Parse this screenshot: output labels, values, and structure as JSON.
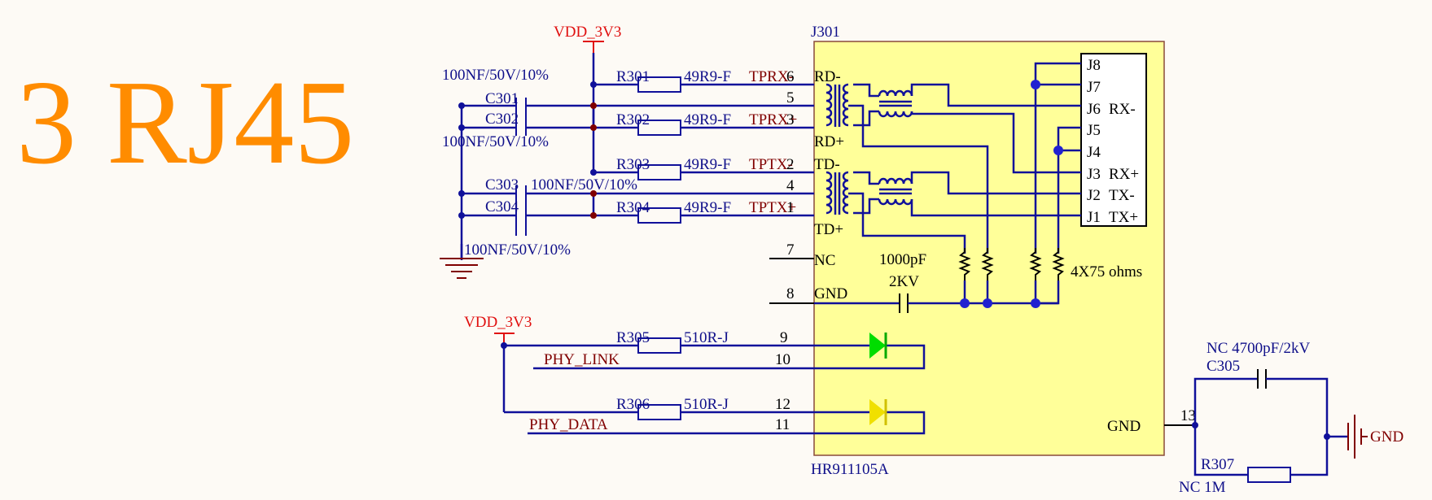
{
  "title": "3 RJ45",
  "colors": {
    "title": "#ff8c00",
    "wire": "#10109a",
    "power": "#e01010",
    "net": "#800000",
    "body": "#ffff99",
    "link_led": "#00dd00",
    "data_led": "#f0e000"
  },
  "power": {
    "vdd1": "VDD_3V3",
    "vdd2": "VDD_3V3"
  },
  "caps": {
    "c301": "C301",
    "c302": "C302",
    "c303": "C303",
    "c304": "C304",
    "v301": "100NF/50V/10%",
    "v302": "100NF/50V/10%",
    "v303": "100NF/50V/10%",
    "v304": "100NF/50V/10%",
    "c305": "C305",
    "v305": "NC 4700pF/2kV",
    "hv": "1000pF",
    "hv2": "2KV"
  },
  "res": {
    "r301": "R301",
    "r302": "R302",
    "r303": "R303",
    "r304": "R304",
    "v301": "49R9-F",
    "v302": "49R9-F",
    "v303": "49R9-F",
    "v304": "49R9-F",
    "r305": "R305",
    "v305": "510R-J",
    "r306": "R306",
    "v306": "510R-J",
    "r307": "R307",
    "v307": "NC 1M",
    "term": "4X75 ohms"
  },
  "nets": {
    "tprx_n": "TPRX-",
    "tprx_p": "TPRX+",
    "tptx_n": "TPTX-",
    "tptx_p": "TPTX+",
    "phy_link": "PHY_LINK",
    "phy_data": "PHY_DATA",
    "gnd": "GND"
  },
  "connector": {
    "ref": "J301",
    "part": "HR911105A",
    "pins": {
      "p6": "6",
      "p5": "5",
      "p3": "3",
      "p2": "2",
      "p4": "4",
      "p1": "1",
      "p7": "7",
      "p8": "8",
      "p9": "9",
      "p10": "10",
      "p12": "12",
      "p11": "11",
      "p13": "13"
    },
    "labels": {
      "rd_n": "RD-",
      "rd_p": "RD+",
      "td_n": "TD-",
      "td_p": "TD+",
      "nc": "NC",
      "gnd": "GND",
      "gnd2": "GND"
    },
    "jack": {
      "j8": "J8",
      "j7": "J7",
      "j6": "J6",
      "j5": "J5",
      "j4": "J4",
      "j3": "J3",
      "j2": "J2",
      "j1": "J1",
      "rxn": "RX-",
      "rxp": "RX+",
      "txn": "TX-",
      "txp": "TX+"
    }
  }
}
